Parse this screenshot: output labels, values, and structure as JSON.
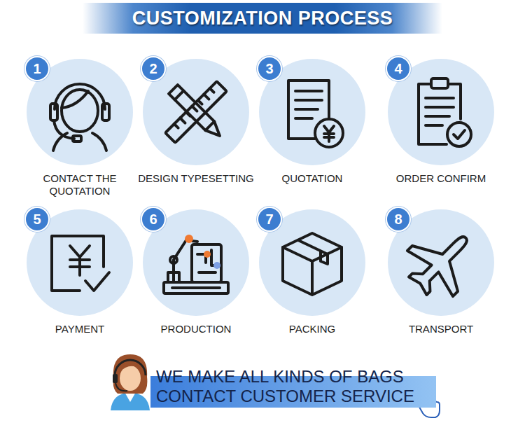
{
  "diagram": {
    "title": "CUSTOMIZATION PROCESS",
    "nodes": [
      {
        "text": [
          "CONTACT THE QUOTATION"
        ]
      },
      {
        "text": [
          "1"
        ],
        "in": 0
      },
      {
        "text": [
          "DESIGN TYPESETTING"
        ]
      },
      {
        "text": [
          "2"
        ],
        "in": 2
      },
      {
        "text": [
          "QUOTATION"
        ]
      },
      {
        "text": [
          "3"
        ],
        "in": 4
      },
      {
        "text": [
          "ORDER CONFIRM"
        ]
      },
      {
        "text": [
          "4"
        ],
        "in": 6
      },
      {
        "text": [
          "PAYMENT"
        ]
      },
      {
        "text": [
          "5"
        ],
        "in": 8
      },
      {
        "text": [
          "PRODUCTION"
        ]
      },
      {
        "text": [
          "6"
        ],
        "in": 10
      },
      {
        "text": [
          "PACKING"
        ]
      },
      {
        "text": [
          "7"
        ],
        "in": 12
      },
      {
        "text": [
          "TRANSPORT"
        ]
      },
      {
        "text": [
          "8"
        ],
        "in": 14
      },
      {
        "text": [
          "WE MAKE ALL KINDS OF BAGS CONTACT CUSTOMER SERVICE"
        ]
      }
    ]
  }
}
